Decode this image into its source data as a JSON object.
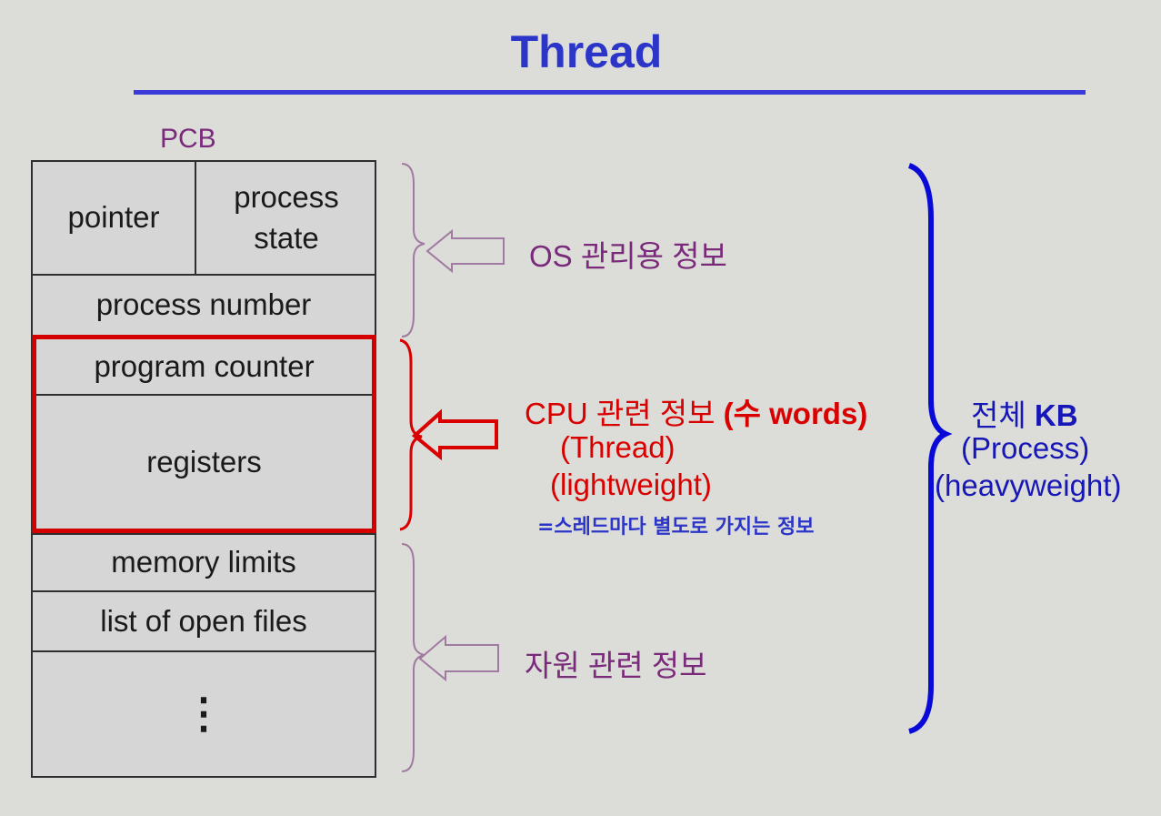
{
  "title": "Thread",
  "pcb": {
    "label": "PCB",
    "fields": {
      "pointer": "pointer",
      "process_state": "process state",
      "process_number": "process number",
      "program_counter": "program counter",
      "registers": "registers",
      "memory_limits": "memory limits",
      "open_files": "list of open files",
      "ellipsis": "⋮"
    }
  },
  "annotations": {
    "os_info": "OS 관리용 정보",
    "cpu_info_prefix": "CPU 관련 정보 ",
    "cpu_info_bold": "(수 words)",
    "thread": "(Thread)",
    "lightweight": "(lightweight)",
    "thread_note": "=스레드마다 별도로 가지는 정보",
    "resource_info": "자원 관련 정보",
    "total_prefix": "전체 ",
    "total_bold": "KB",
    "process": "(Process)",
    "heavyweight": "(heavyweight)"
  },
  "colors": {
    "title": "#2b35c8",
    "purple": "#7a2a7a",
    "red": "#d90000",
    "blue": "#1717b8",
    "background": "#dcdcd8"
  }
}
